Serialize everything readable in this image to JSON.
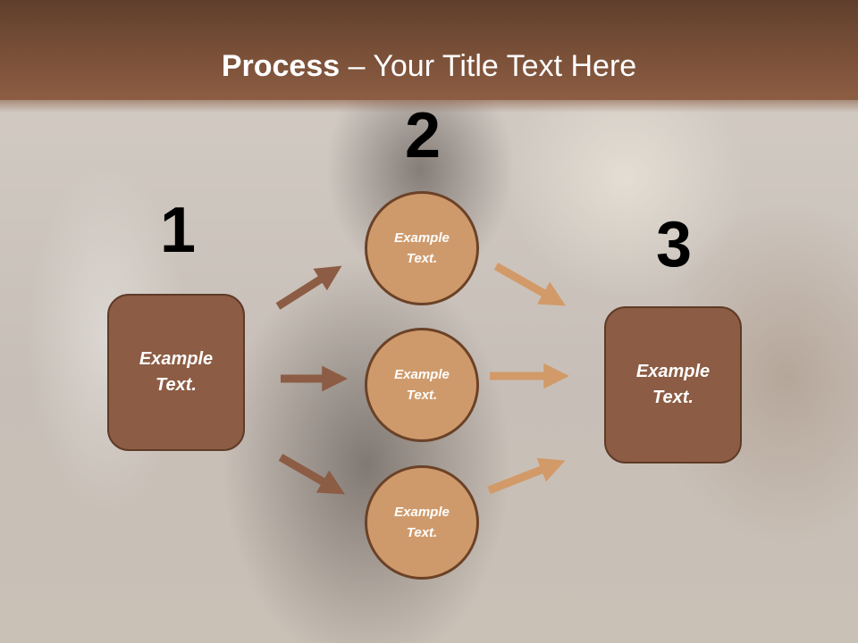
{
  "title": {
    "bold": "Process",
    "rest": " – Your Title Text Here"
  },
  "steps": {
    "one": "1",
    "two": "2",
    "three": "3"
  },
  "left_box": {
    "text": "Example\nText."
  },
  "circles": [
    {
      "text": "Example\nText."
    },
    {
      "text": "Example\nText."
    },
    {
      "text": "Example\nText."
    }
  ],
  "right_box": {
    "text": "Example\nText."
  },
  "colors": {
    "band": "#7a5038",
    "box": "#8c5c44",
    "circle": "#cf9a6b",
    "arrow_left": "#8c5c44",
    "arrow_right": "#cf9a6b"
  }
}
